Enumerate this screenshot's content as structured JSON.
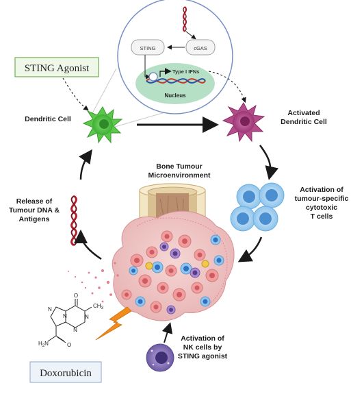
{
  "agonist_box": {
    "label": "STING Agonist"
  },
  "doxorubicin_box": {
    "label": "Doxorubicin"
  },
  "inset": {
    "sting_label": "STING",
    "cgas_label": "cGAS",
    "ifn_label": "Type I IFNs",
    "nucleus_label": "Nucleus"
  },
  "labels": {
    "dendritic_cell": "Dendritic Cell",
    "activated_line1": "Activated",
    "activated_line2": "Dendritic Cell",
    "bone_line1": "Bone Tumour",
    "bone_line2": "Microenvironment",
    "release_line1": "Release of",
    "release_line2": "Tumour DNA &",
    "release_line3": "Antigens",
    "tcell_line1": "Activation of",
    "tcell_line2": "tumour-specific",
    "tcell_line3": "cytotoxic",
    "tcell_line4": "T cells",
    "nk_line1": "Activation of",
    "nk_line2": "NK cells by",
    "nk_line3": "STING agonist"
  },
  "chemical": {
    "atom_o": "O",
    "atom_n1": "N",
    "atom_n2": "N",
    "atom_n3": "N",
    "atom_n4": "N",
    "atom_ch3": "CH",
    "atom_ch3_sub": "3",
    "atom_o2": "O",
    "atom_h2n": "H",
    "atom_h2n_sub": "2",
    "atom_h2n_n": "N"
  },
  "colors": {
    "dendritic": "#5cc84a",
    "activated": "#b24d8a",
    "tcell": "#8fc4ec",
    "nk": "#6d5ba3",
    "dna": "#b21f2a",
    "nucleus": "#b5e0c5",
    "inset_border": "#7a8fc6",
    "lightning": "#f08b1d"
  }
}
